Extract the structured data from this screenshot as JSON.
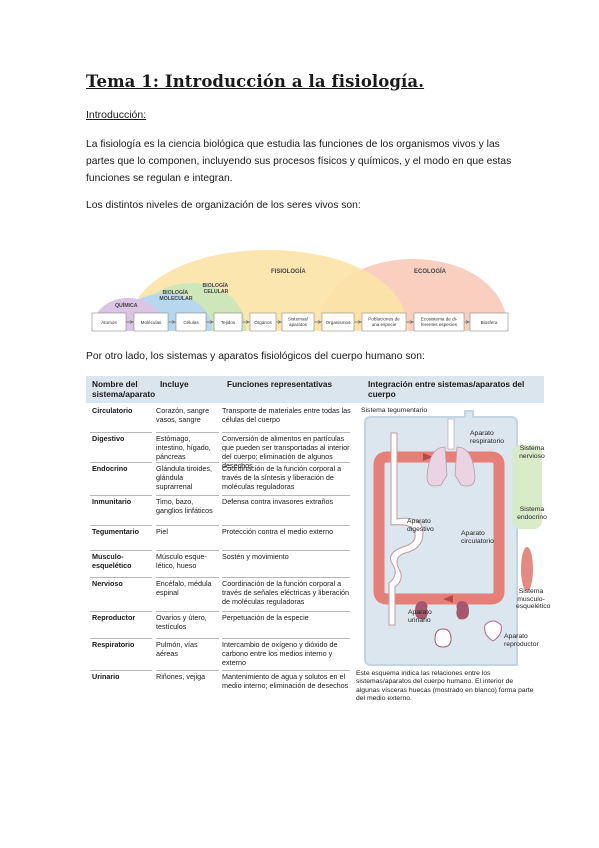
{
  "title": "Tema 1: Introducción a la fisiología.",
  "section_heading": "Introducción:",
  "paragraphs": [
    "La fisiología es la ciencia biológica que estudia las funciones de los organismos vivos y las partes que lo componen, incluyendo sus procesos físicos y químicos, y el modo en que estas funciones se regulan e integran.",
    "Los distintos niveles de organización de los seres vivos son:",
    "Por otro lado, los sistemas y aparatos fisiológicos del cuerpo humano son:"
  ],
  "levels_diagram": {
    "arcs": [
      "FISIOLOGÍA",
      "ECOLOGÍA",
      "QUÍMICA"
    ],
    "arc_labels_multi": [
      [
        "BIOLOGÍA",
        "MOLECULAR"
      ],
      [
        "BIOLOGÍA",
        "CELULAR"
      ]
    ],
    "boxes": [
      [
        "Átomos"
      ],
      [
        "Moléculas"
      ],
      [
        "Células"
      ],
      [
        "Tejidos"
      ],
      [
        "Órganos"
      ],
      [
        "Sistemas/",
        "aparatos"
      ],
      [
        "Organismos"
      ],
      [
        "Poblaciones de",
        "una especie"
      ],
      [
        "Ecosistema de di-",
        "ferentes especies"
      ],
      [
        "Biosfera"
      ]
    ],
    "colors": {
      "fisiologia": "#fbe3a6",
      "ecologia": "#f8c7b5",
      "biologia_celular": "#cfe6b9",
      "biologia_molecular": "#b7d7ee",
      "quimica": "#dcc4e4"
    }
  },
  "systems_table": {
    "headers": [
      "Nombre del sistema/aparato",
      "Incluye",
      "Funciones representativas",
      "Integración entre sistemas/aparatos del cuerpo"
    ],
    "rows": [
      {
        "name": "Circulatorio",
        "includes": "Corazón, sangre vasos, sangre",
        "functions": "Transporte de materiales entre todas las células del cuerpo"
      },
      {
        "name": "Digestivo",
        "includes": "Estómago, intestino, hígado, páncreas",
        "functions": "Conversión de alimentos en partículas que pueden ser transportadas al interior del cuerpo; eliminación de algunos desechos"
      },
      {
        "name": "Endocrino",
        "includes": "Glándula tiroides, glándula suprarrenal",
        "functions": "Coordinación de la función corporal a través de la síntesis y liberación de moléculas reguladoras"
      },
      {
        "name": "Inmunitario",
        "includes": "Timo, bazo, ganglios linfáticos",
        "functions": "Defensa contra invasores extraños"
      },
      {
        "name": "Tegumentario",
        "includes": "Piel",
        "functions": "Protección contra el medio externo"
      },
      {
        "name": "Musculo-esquelético",
        "includes": "Músculo esque-lético, hueso",
        "functions": "Sostén y movimiento"
      },
      {
        "name": "Nervioso",
        "includes": "Encéfalo, médula espinal",
        "functions": "Coordinación de la función corporal a través de señales eléctricas y liberación de moléculas reguladoras"
      },
      {
        "name": "Reproductor",
        "includes": "Ovarios y útero, testículos",
        "functions": "Perpetuación de la especie"
      },
      {
        "name": "Respiratorio",
        "includes": "Pulmón, vías aéreas",
        "functions": "Intercambio de oxígeno y dióxido de carbono entre los medios interno y externo"
      },
      {
        "name": "Urinario",
        "includes": "Riñones, vejiga",
        "functions": "Mantenimiento de agua y solutos en el medio interno; eliminación de desechos"
      }
    ],
    "figure_labels": {
      "tegumentario": "Sistema tegumentario",
      "respiratorio": [
        "Aparato",
        "respiratorio"
      ],
      "nervioso": [
        "Sistema",
        "nervioso"
      ],
      "endocrino": [
        "Sistema",
        "endocrino"
      ],
      "digestivo": [
        "Aparato",
        "digestivo"
      ],
      "circulatorio": [
        "Aparato",
        "circulatorio"
      ],
      "musculo": [
        "Sistema",
        "musculo-",
        "esquelético"
      ],
      "urinario": [
        "Aparato",
        "urinario"
      ],
      "reproductor": [
        "Aparato",
        "reproductor"
      ]
    },
    "caption": "Este esquema indica las relaciones entre los sistemas/aparatos del cuerpo humano. El interior de algunas vísceras huecas (mostrado en blanco) forma parte del medio externo.",
    "colors": {
      "header_bg": "#dbe5ee",
      "body_outline": "#c3d4e2",
      "circulation": "#e8736b",
      "lungs": "#ead3e3",
      "kidney": "#a8566d",
      "endocrine_box": "#d7ebc5",
      "muscle": "#e48a82"
    }
  }
}
